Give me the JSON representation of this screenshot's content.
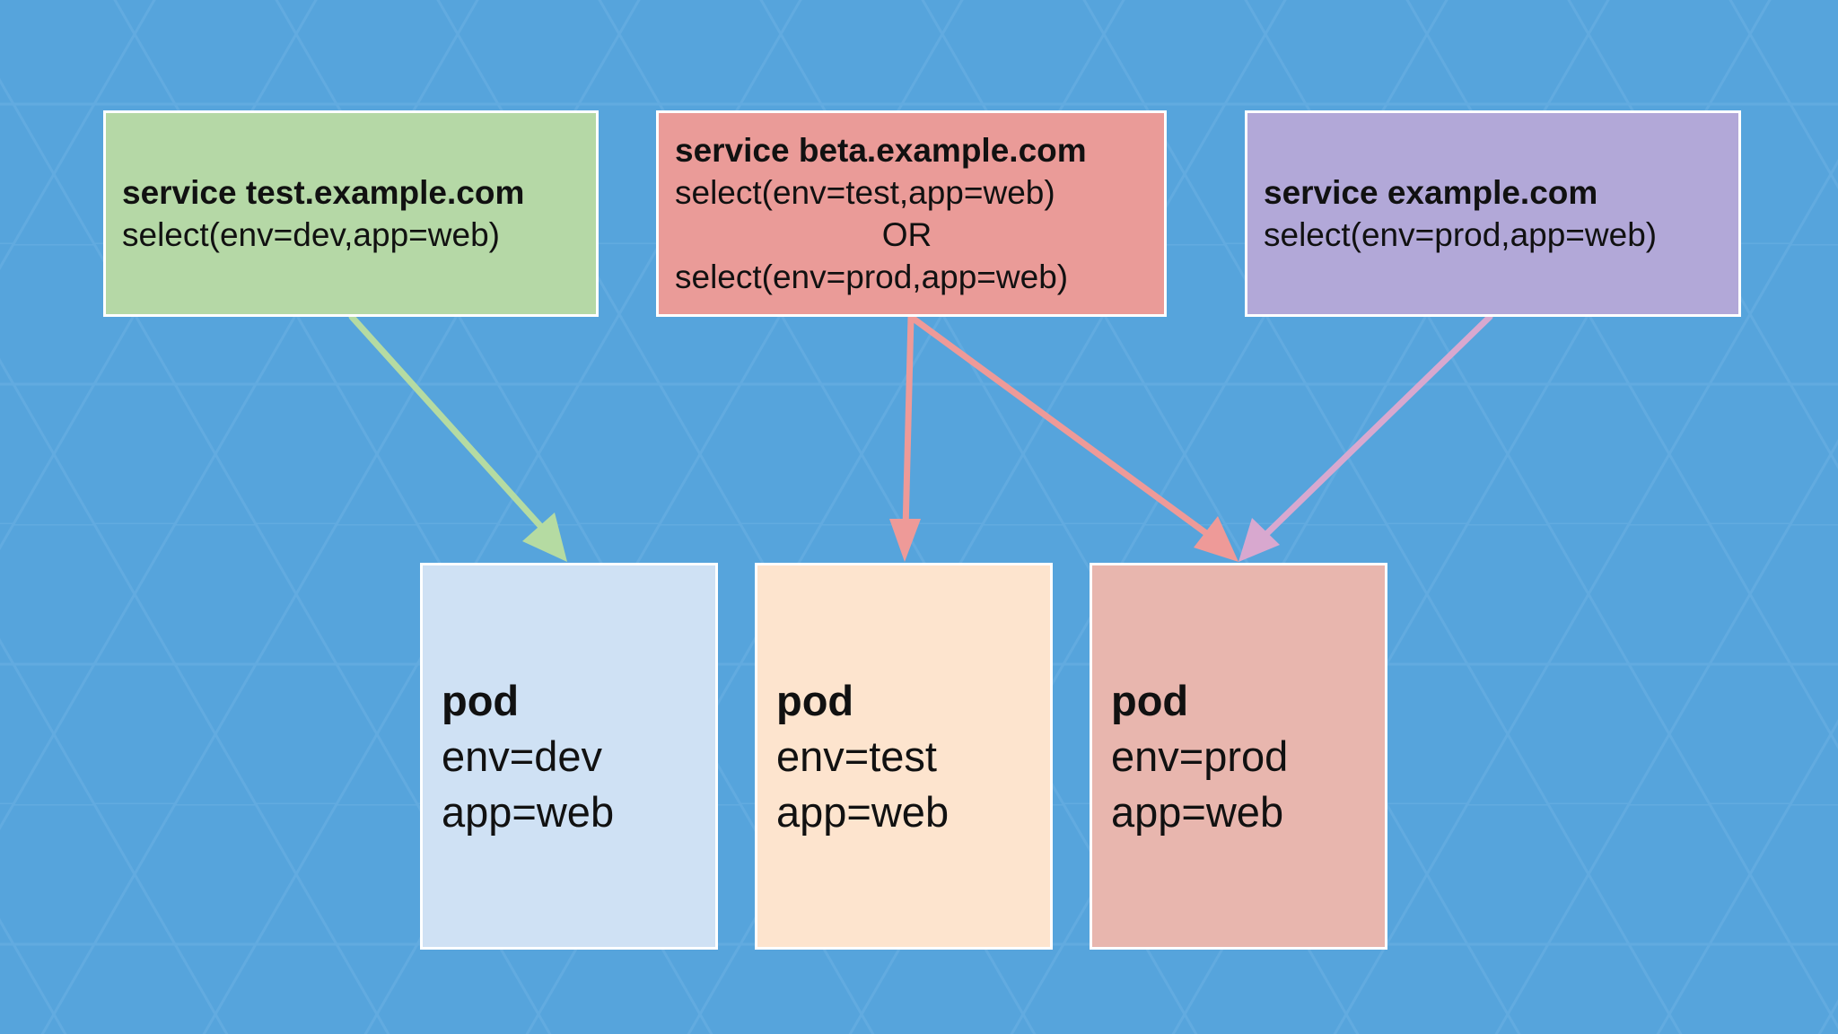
{
  "colors": {
    "background": "#56a4dc",
    "service_test": "#b5d8a6",
    "service_beta": "#ea9b98",
    "service_prod": "#b2a8d8",
    "pod_dev": "#cfe1f4",
    "pod_test": "#fde4ce",
    "pod_prod": "#e8b6ae",
    "arrow_test": "#b5dba2",
    "arrow_beta": "#ee9a98",
    "arrow_prod": "#d8a8cf"
  },
  "services": [
    {
      "title": "service test.example.com",
      "lines": [
        "select(env=dev,app=web)"
      ]
    },
    {
      "title": "service beta.example.com",
      "lines": [
        "select(env=test,app=web)",
        "OR",
        "select(env=prod,app=web)"
      ]
    },
    {
      "title": "service example.com",
      "lines": [
        "select(env=prod,app=web)"
      ]
    }
  ],
  "pods": [
    {
      "title": "pod",
      "lines": [
        "env=dev",
        "app=web"
      ]
    },
    {
      "title": "pod",
      "lines": [
        "env=test",
        "app=web"
      ]
    },
    {
      "title": "pod",
      "lines": [
        "env=prod",
        "app=web"
      ]
    }
  ]
}
